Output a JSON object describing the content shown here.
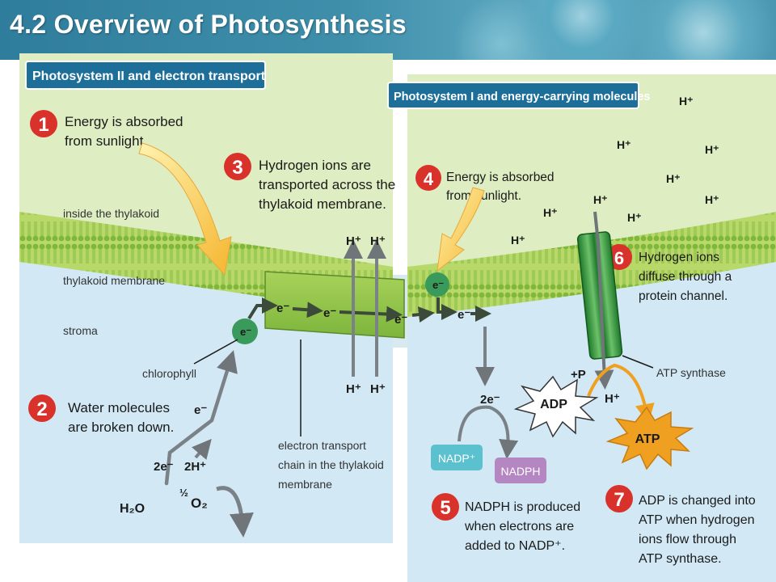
{
  "header": {
    "title": "4.2 Overview of Photosynthesis"
  },
  "panel_left": {
    "title": "Photosystem II and electron transport"
  },
  "panel_right": {
    "title": "Photosystem I and energy-carrying molecules"
  },
  "steps": [
    {
      "number": "1",
      "line1": "Energy is absorbed",
      "line2": "from sunlight.",
      "line3": ""
    },
    {
      "number": "2",
      "line1": "Water molecules",
      "line2": "are broken down.",
      "line3": ""
    },
    {
      "number": "3",
      "line1": "Hydrogen ions are",
      "line2": "transported across the",
      "line3": "thylakoid membrane."
    },
    {
      "number": "4",
      "line1": "Energy is absorbed",
      "line2": "from sunlight.",
      "line3": ""
    },
    {
      "number": "5",
      "line1": "NADPH is produced",
      "line2": "when electrons are",
      "line3": "added to NADP⁺."
    },
    {
      "number": "6",
      "line1": "Hydrogen ions",
      "line2": "diffuse through a",
      "line3": "protein channel."
    },
    {
      "number": "7",
      "line1": "ADP is changed into",
      "line2": "ATP when hydrogen",
      "line3": "ions flow through",
      "line4": "ATP synthase."
    }
  ],
  "region_labels": {
    "inside": "inside the thylakoid",
    "membrane": "thylakoid membrane",
    "stroma": "stroma"
  },
  "callouts": {
    "chlorophyll": "chlorophyll",
    "etc_line1": "electron transport",
    "etc_line2": "chain in the thylakoid",
    "etc_line3": "membrane",
    "atp_synthase": "ATP synthase"
  },
  "molecules": {
    "electron": "e⁻",
    "two_e": "2e⁻",
    "two_h": "2H⁺",
    "h2o": "H₂O",
    "half": "½",
    "o2": "O₂",
    "h_ion": "H⁺",
    "nadp": "NADP⁺",
    "nadph": "NADPH",
    "adp": "ADP",
    "atp": "ATP",
    "plus_p": "+P"
  },
  "colors": {
    "inside": "#dfeec2",
    "stroma": "#d2e9f5",
    "membrane": "#9cc94a",
    "step_badge": "#d8322a",
    "title_box": "#1d6f9a",
    "nadp": "#5bc1cf",
    "nadph": "#b487c2",
    "atp": "#f0a020",
    "channel": "#2d9a3e",
    "chlorophyll": "#3a9a5b"
  }
}
